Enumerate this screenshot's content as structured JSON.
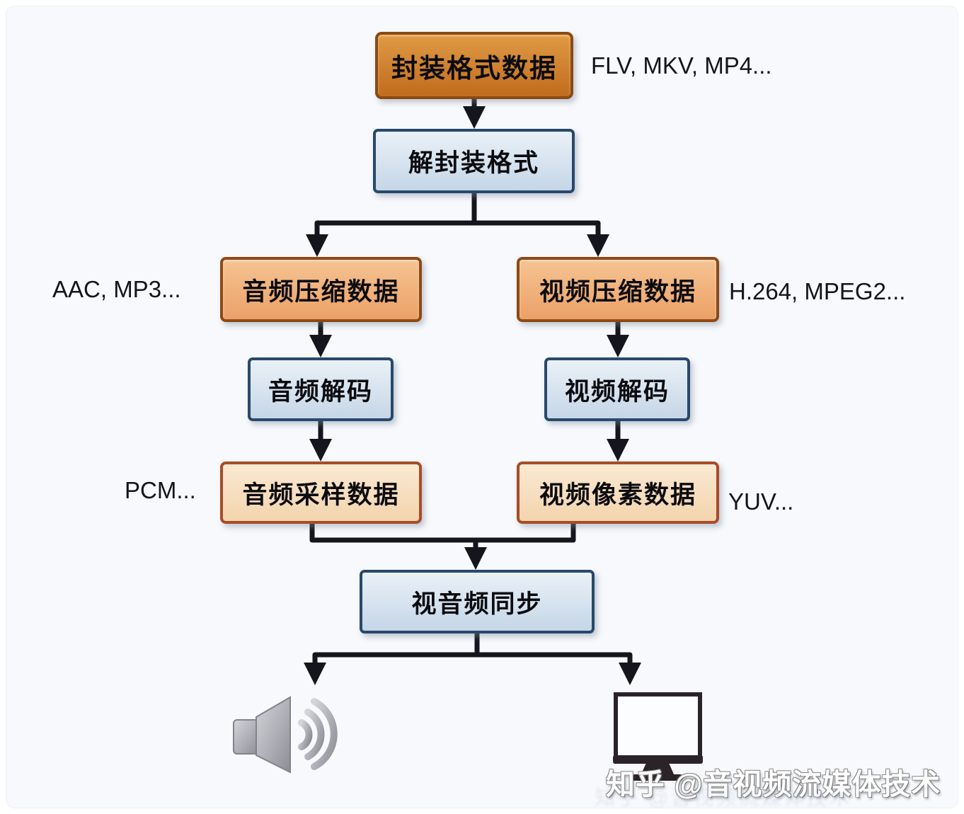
{
  "diagram": {
    "title_implicit": "",
    "nodes": {
      "muxed": {
        "label": "封装格式数据",
        "side_label": "FLV, MKV, MP4..."
      },
      "demux": {
        "label": "解封装格式"
      },
      "audio_compressed": {
        "label": "音频压缩数据",
        "side_label": "AAC, MP3..."
      },
      "video_compressed": {
        "label": "视频压缩数据",
        "side_label": "H.264, MPEG2..."
      },
      "audio_decode": {
        "label": "音频解码"
      },
      "video_decode": {
        "label": "视频解码"
      },
      "audio_samples": {
        "label": "音频采样数据",
        "side_label": "PCM..."
      },
      "video_pixels": {
        "label": "视频像素数据",
        "side_label": "YUV..."
      },
      "sync": {
        "label": "视音频同步"
      }
    },
    "outputs": {
      "speaker_icon": "speaker-with-sound-waves",
      "display_icon": "monitor-display"
    },
    "watermark": {
      "text": "知乎 @音视频流媒体技术"
    },
    "colors": {
      "background_panel": "#f7f9fc",
      "arrow": "#15151d",
      "box_orange_dark_fill": "#c9781f",
      "box_orange_dark_border": "#8a4a12",
      "box_orange_mid_fill": "#f0b27c",
      "box_orange_mid_border": "#8d4a16",
      "box_orange_light_fill": "#f7ddba",
      "box_orange_light_border": "#a84c28",
      "box_blue_fill": "#d9e5f0",
      "box_blue_border": "#28496b",
      "speaker_gray": "#a9a9b2",
      "monitor_dark": "#2a2328"
    }
  }
}
